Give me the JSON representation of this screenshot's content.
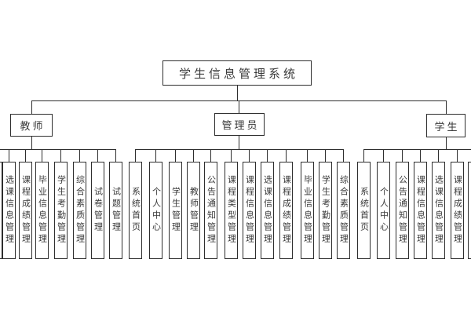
{
  "diagram": {
    "title": "学生信息管理系统",
    "branches": [
      {
        "name": "教师",
        "children": [
          "选课信息管理",
          "课程成绩管理",
          "毕业信息管理",
          "学生考勤管理",
          "综合素质管理",
          "试卷管理",
          "试题管理"
        ],
        "clipped_box_at_left_edge": true
      },
      {
        "name": "管理员",
        "children": [
          "系统首页",
          "个人中心",
          "学生管理",
          "教师管理",
          "公告通知管理",
          "课程类型管理",
          "课程信息管理",
          "选课信息管理",
          "课程成绩管理",
          "毕业信息管理",
          "学生考勤管理",
          "综合素质管理"
        ]
      },
      {
        "name": "学生",
        "children": [
          "系统首页",
          "个人中心",
          "公告通知管理",
          "课程信息管理",
          "选课信息管理",
          "课程成绩管理"
        ],
        "clipped_box_at_right_edge": true
      }
    ],
    "colors": {
      "line": "#2e2e2e",
      "text": "#3a3a3a",
      "background": "#ffffff"
    }
  }
}
